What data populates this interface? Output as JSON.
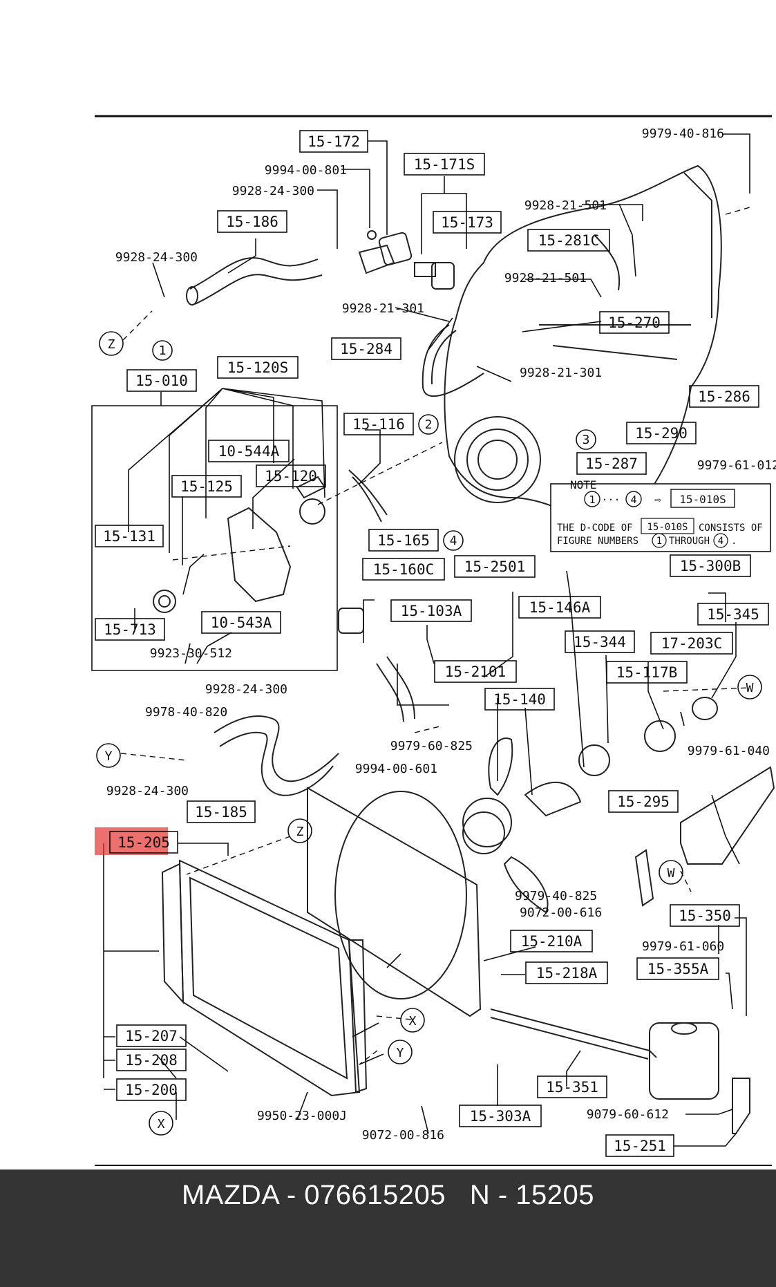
{
  "footer": {
    "brand": "MAZDA",
    "sep1": " - ",
    "part_number": "076615205",
    "gap": "   ",
    "series": "N",
    "sep2": " - ",
    "ref_code": "15205"
  },
  "highlight": {
    "color": "#e53935",
    "target": "15-205"
  },
  "note": {
    "title": "NOTE",
    "range_start": "1",
    "range_dots": "···",
    "range_end": "4",
    "arrow": "⇨",
    "code": "15-010S",
    "line2_prefix": "THE D-CODE OF",
    "line2_code": "15-010S",
    "line2_suffix": "CONSISTS OF",
    "line3_prefix": "FIGURE NUMBERS",
    "line3_from": "1",
    "line3_mid": "THROUGH",
    "line3_to": "4",
    "line3_end": "."
  },
  "codes": {
    "c15172": "15-172",
    "c15171s": "15-171S",
    "c15173": "15-173",
    "c15186": "15-186",
    "c15281c": "15-281C",
    "c15270": "15-270",
    "c15284": "15-284",
    "c15120s": "15-120S",
    "c15010": "15-010",
    "c15116": "15-116",
    "c15286": "15-286",
    "c15290": "15-290",
    "c15287": "15-287",
    "c10544a": "10-544A",
    "c15120": "15-120",
    "c15125": "15-125",
    "c15131": "15-131",
    "c15165": "15-165",
    "c15160c": "15-160C",
    "c15250i": "15-2501",
    "c15300b": "15-300B",
    "c15103a": "15-103A",
    "c15146a": "15-146A",
    "c15345": "15-345",
    "c15713": "15-713",
    "c10543a": "10-543A",
    "c15344": "15-344",
    "c17203c": "17-203C",
    "c15210i": "15-2101",
    "c15117b": "15-117B",
    "c15140": "15-140",
    "c15185": "15-185",
    "c15295": "15-295",
    "c15205": "15-205",
    "c15350": "15-350",
    "c15210a": "15-210A",
    "c15218a": "15-218A",
    "c15355a": "15-355A",
    "c15207": "15-207",
    "c15208": "15-208",
    "c15200": "15-200",
    "c15351": "15-351",
    "c15303a": "15-303A",
    "c15251": "15-251"
  },
  "part_numbers": {
    "p1": "9979-40-816",
    "p2": "9994-00-801",
    "p3": "9928-24-300",
    "p4": "9928-21-501",
    "p5": "9928-24-300",
    "p6": "9928-21-501",
    "p7": "9928-21-301",
    "p8": "9928-21-301",
    "p9": "9979-61-012",
    "p10": "9923-30-512",
    "p11": "9928-24-300",
    "p12": "9978-40-820",
    "p13": "9979-60-825",
    "p14": "9979-61-040",
    "p15": "9994-00-601",
    "p16": "9928-24-300",
    "p17": "9979-40-825",
    "p18": "9072-00-616",
    "p19": "9979-61-060",
    "p20": "9950-23-000J",
    "p21": "9072-00-816",
    "p22": "9079-60-612"
  },
  "markers": {
    "m1": "1",
    "m2": "2",
    "m3": "3",
    "m4": "4",
    "z1": "Z",
    "z2": "Z",
    "w1": "W",
    "w2": "W",
    "y1": "Y",
    "y2": "Y",
    "x1": "X",
    "x2": "X"
  }
}
